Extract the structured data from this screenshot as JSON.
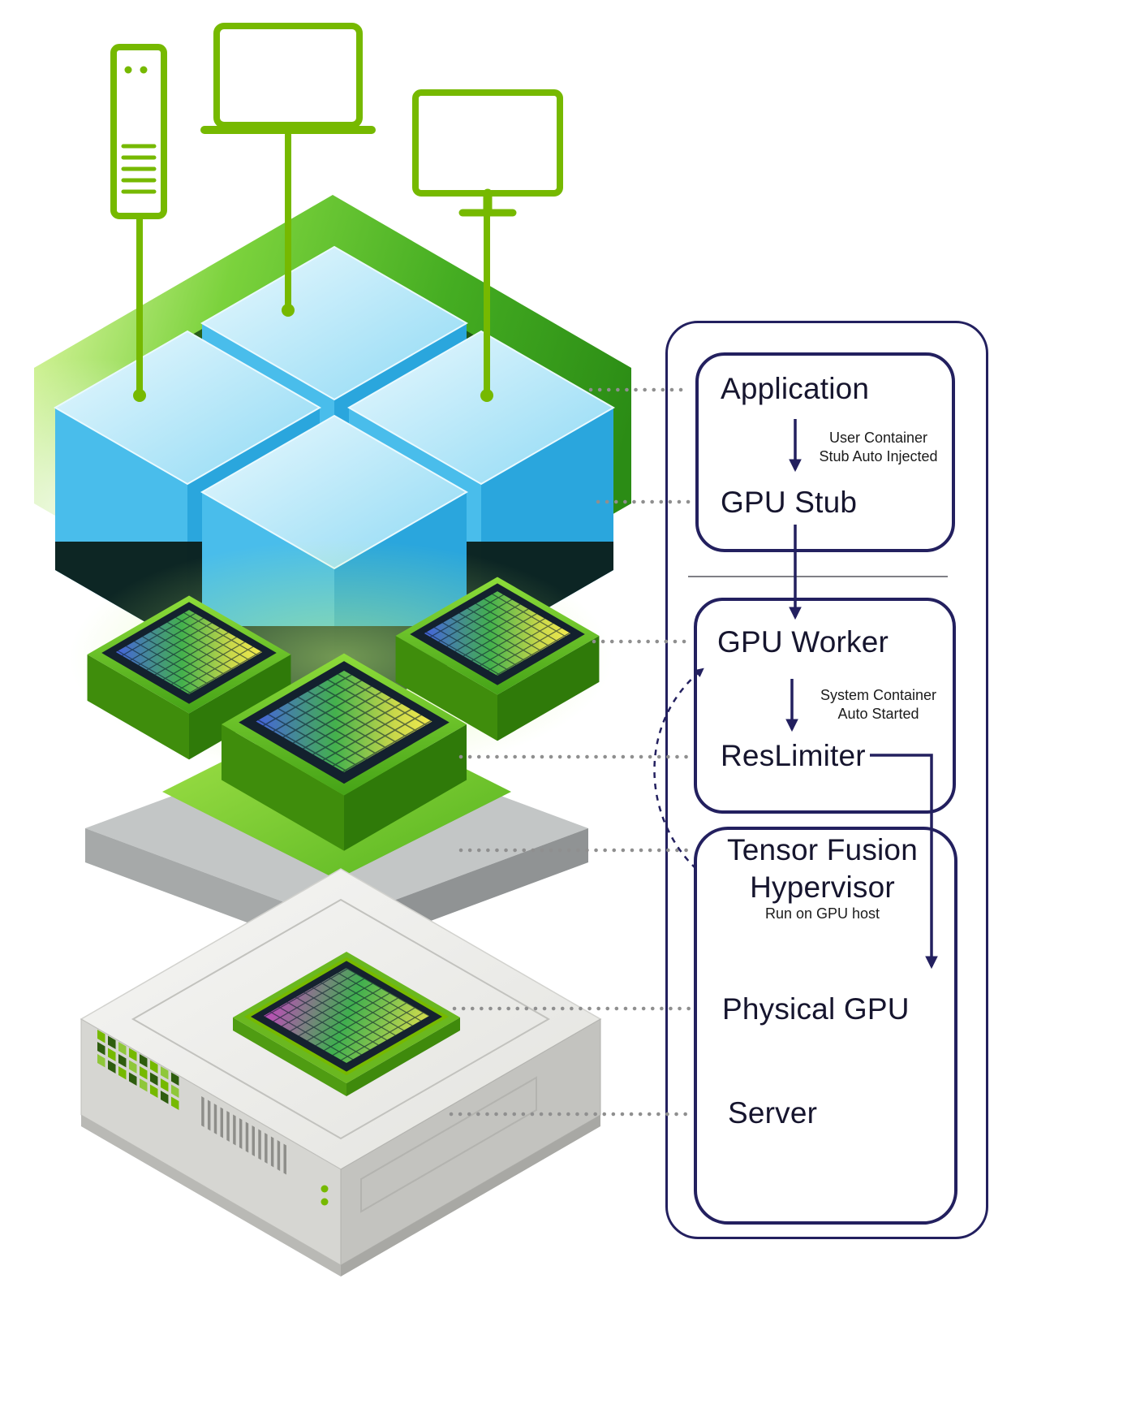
{
  "colors": {
    "accent_green": "#76b900",
    "panel_navy": "#23205f",
    "cube_blue": "#35ace0",
    "connector_gray": "#8f8f8f"
  },
  "icons": {
    "tower": "server-tower-icon",
    "laptop": "laptop-icon",
    "monitor": "monitor-icon",
    "gpu_chip": "gpu-chip-icon",
    "server_chassis": "server-chassis-icon"
  },
  "panel": {
    "application_box": {
      "application_label": "Application",
      "injection_note_line1": "User Container",
      "injection_note_line2": "Stub Auto Injected",
      "gpu_stub_label": "GPU Stub"
    },
    "worker_box": {
      "gpu_worker_label": "GPU Worker",
      "start_note_line1": "System Container",
      "start_note_line2": "Auto Started",
      "reslimiter_label": "ResLimiter"
    },
    "hypervisor_box": {
      "title_line1": "Tensor Fusion",
      "title_line2": "Hypervisor",
      "subtitle": "Run on GPU host",
      "physical_gpu_label": "Physical GPU",
      "server_label": "Server"
    }
  }
}
